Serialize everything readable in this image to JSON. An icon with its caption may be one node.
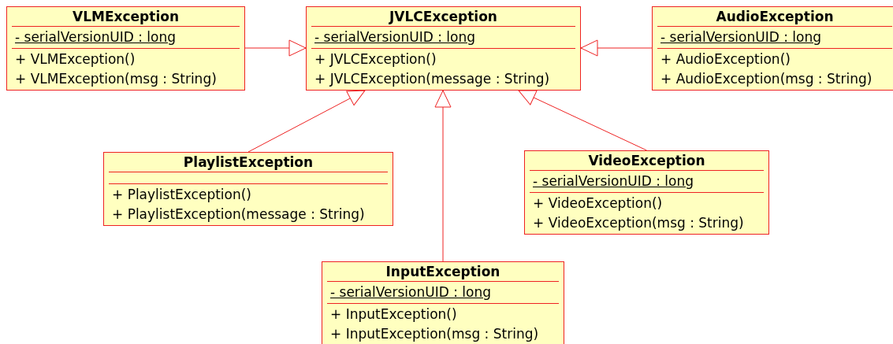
{
  "diagram": {
    "nodes": [
      {
        "text": [
          "VLMException",
          "- serialVersionUID : long",
          "+ VLMException()",
          "+ VLMException(msg : String)"
        ]
      },
      {
        "text": [
          "JVLCException",
          "- serialVersionUID : long",
          "+ JVLCException()",
          "+ JVLCException(message : String)"
        ]
      },
      {
        "text": [
          "AudioException",
          "- serialVersionUID : long",
          "+ AudioException()",
          "+ AudioException(msg : String)"
        ]
      },
      {
        "text": [
          "PlaylistException",
          "+ PlaylistException()",
          "+ PlaylistException(message : String)"
        ]
      },
      {
        "text": [
          "VideoException",
          "- serialVersionUID : long",
          "+ VideoException()",
          "+ VideoException(msg : String)"
        ]
      },
      {
        "text": [
          "InputException",
          "- serialVersionUID : long",
          "+ InputException()",
          "+ InputException(msg : String)"
        ]
      }
    ],
    "edges": [
      {
        "from": 0,
        "to": 1,
        "arrow": "to"
      },
      {
        "from": 2,
        "to": 1,
        "arrow": "to"
      },
      {
        "from": 3,
        "to": 1,
        "arrow": "to"
      },
      {
        "from": 5,
        "to": 1,
        "arrow": "to"
      },
      {
        "from": 4,
        "to": 1,
        "arrow": "to"
      }
    ]
  }
}
